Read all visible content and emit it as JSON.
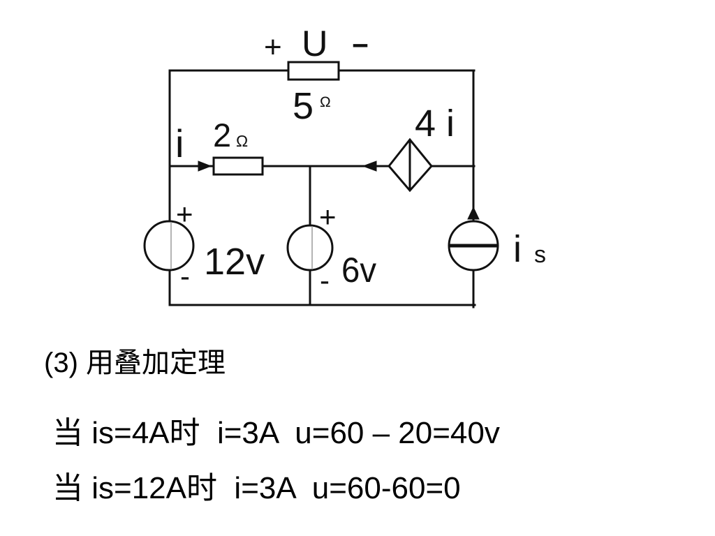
{
  "slide": {
    "heading": "(3) 用叠加定理",
    "lines": [
      "当 is=4A时  i=3A  u=60 – 20=40v",
      "当 is=12A时  i=3A  u=60-60=0"
    ]
  },
  "circuit": {
    "u_plus": "+",
    "u_name": "U",
    "u_minus": "-",
    "r5_value": "5",
    "r5_unit": "Ω",
    "i_label": "i",
    "r2_value": "2",
    "r2_unit": "Ω",
    "dep_source": "4 i",
    "v12_plus": "+",
    "v12_minus": "-",
    "v12_value": "12v",
    "v6_plus": "+",
    "v6_minus": "-",
    "v6_value": "6v",
    "is_main": "i",
    "is_sub": "s"
  }
}
